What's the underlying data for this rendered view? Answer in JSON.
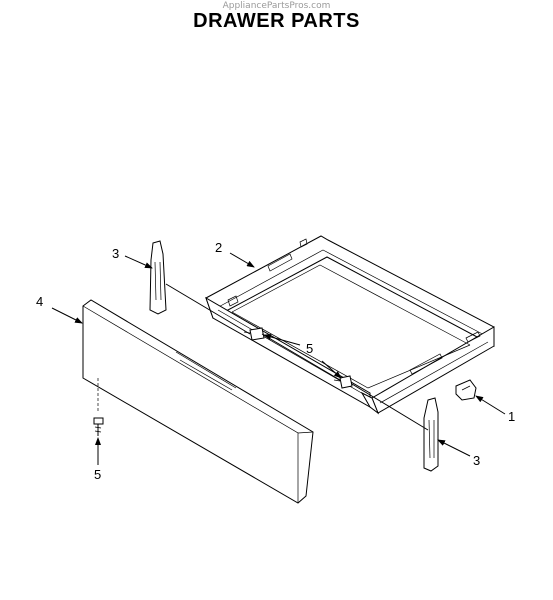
{
  "header": {
    "watermark": "AppliancePartsPros.com",
    "title": "DRAWER PARTS"
  },
  "callouts": [
    {
      "id": "c1",
      "label": "1"
    },
    {
      "id": "c2",
      "label": "2"
    },
    {
      "id": "c3a",
      "label": "3"
    },
    {
      "id": "c3b",
      "label": "3"
    },
    {
      "id": "c4",
      "label": "4"
    },
    {
      "id": "c5a",
      "label": "5"
    },
    {
      "id": "c5b",
      "label": "5"
    }
  ]
}
